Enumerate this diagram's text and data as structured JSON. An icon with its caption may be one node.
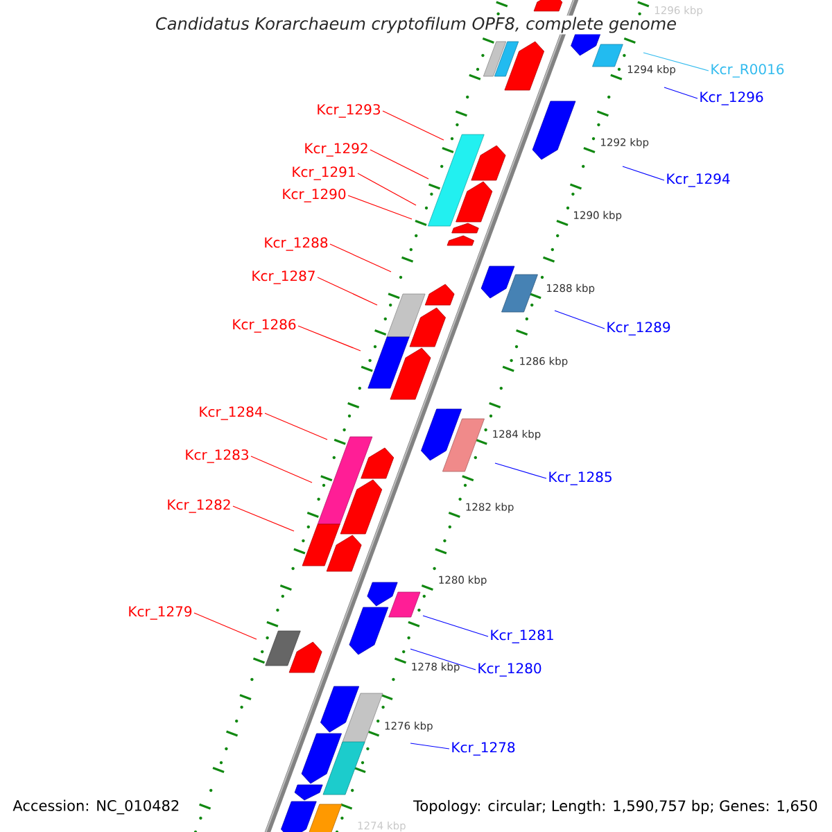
{
  "diagram": {
    "title": "Candidatus Korarchaeum cryptofilum OPF8, complete genome",
    "nodes": [
      {
        "text": [
          "Kcr_R0016"
        ]
      },
      {
        "text": [
          "Kcr_1296"
        ]
      },
      {
        "text": [
          "Kcr_1293"
        ]
      },
      {
        "text": [
          "Kcr_1292"
        ]
      },
      {
        "text": [
          "Kcr_1291"
        ]
      },
      {
        "text": [
          "Kcr_1294"
        ]
      },
      {
        "text": [
          "Kcr_1290"
        ]
      },
      {
        "text": [
          "Kcr_1288"
        ]
      },
      {
        "text": [
          "Kcr_1287"
        ]
      },
      {
        "text": [
          "Kcr_1286"
        ]
      },
      {
        "text": [
          "Kcr_1289"
        ]
      },
      {
        "text": [
          "Kcr_1284"
        ]
      },
      {
        "text": [
          "Kcr_1283"
        ]
      },
      {
        "text": [
          "Kcr_1285"
        ]
      },
      {
        "text": [
          "Kcr_1282"
        ]
      },
      {
        "text": [
          "Kcr_1279"
        ]
      },
      {
        "text": [
          "Kcr_1281"
        ]
      },
      {
        "text": [
          "Kcr_1280"
        ]
      },
      {
        "text": [
          "Kcr_1278"
        ]
      }
    ],
    "edges": [
      {
        "from": 0,
        "to": null,
        "arrow": "none",
        "color": "#33bbee"
      },
      {
        "from": 1,
        "to": null,
        "arrow": "none",
        "color": "#0000ff"
      },
      {
        "from": 2,
        "to": null,
        "arrow": "none"
      },
      {
        "from": 3,
        "to": null,
        "arrow": "none"
      },
      {
        "from": 4,
        "to": null,
        "arrow": "none"
      },
      {
        "from": 5,
        "to": null,
        "arrow": "none",
        "color": "#0000ff"
      },
      {
        "from": 6,
        "to": null,
        "arrow": "none"
      },
      {
        "from": 7,
        "to": null,
        "arrow": "none"
      },
      {
        "from": 8,
        "to": null,
        "arrow": "none"
      },
      {
        "from": 9,
        "to": null,
        "arrow": "none"
      },
      {
        "from": 10,
        "to": null,
        "arrow": "none",
        "color": "#0000ff"
      },
      {
        "from": 11,
        "to": null,
        "arrow": "none"
      },
      {
        "from": 12,
        "to": null,
        "arrow": "none"
      },
      {
        "from": 13,
        "to": null,
        "arrow": "none",
        "color": "#0000ff"
      },
      {
        "from": 14,
        "to": null,
        "arrow": "none"
      },
      {
        "from": 15,
        "to": null,
        "arrow": "none"
      },
      {
        "from": 16,
        "to": null,
        "arrow": "none",
        "color": "#0000ff"
      },
      {
        "from": 17,
        "to": null,
        "arrow": "none",
        "color": "#0000ff"
      },
      {
        "from": 18,
        "to": null,
        "arrow": "none",
        "color": "#0000ff"
      }
    ],
    "labels": [
      "1296 kbp",
      "1294 kbp",
      "1292 kbp",
      "1290 kbp",
      "1288 kbp",
      "1286 kbp",
      "1284 kbp",
      "1282 kbp",
      "1280 kbp",
      "1278 kbp",
      "1276 kbp",
      "1274 kbp",
      "Accession: NC_010482",
      "Topology: circular; Length: 1,590,757 bp; Genes: 1,650"
    ]
  }
}
